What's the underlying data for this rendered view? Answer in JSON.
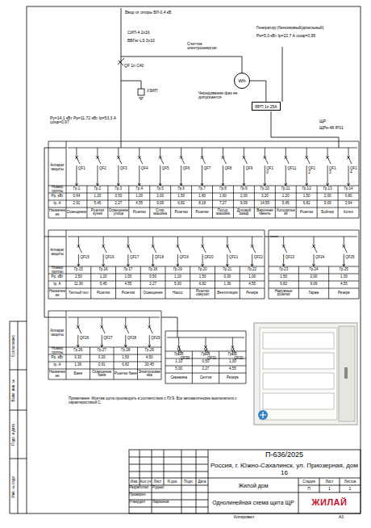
{
  "diagram": {
    "nodes": [
      {
        "text": [
          "Wh"
        ]
      },
      {
        "text": [
          "ЯРП 1п 25А"
        ]
      }
    ],
    "edges": [
      {
        "from": 0,
        "to": 1,
        "arrow": "none"
      }
    ],
    "labels": [
      "Ввод от опоры ВЛ-0,4 кВ",
      "СИП-4 2х16",
      "ВВГнг-LS 3х10",
      "QF 1п С40",
      "Счетчик электроэнергии",
      "Генератор (бензиновый/дизельный)",
      "Рн=5,0 кВт  Iр=22,7 А  cosφ=0,95",
      "Чередование фаз не допускается",
      "УЗИП",
      "Ру=14,1 кВт Рр=11,72 кВт Iр=53,3 А cosφ=0,97",
      "ЩР",
      "ЩРн-48 IP31",
      "Примечание: Монтаж щита производить в соответствии с ПУЭ. Все автоматические выключатели с характеристикой С.",
      "П-636/2025",
      "Россия, г. Южно-Сахалинск, ул. Приозерная, дом 16",
      "Изм.",
      "Кол.уч",
      "Лист",
      "N док.",
      "Подп.",
      "Дата",
      "Разработал",
      "Рудько",
      "Проверил",
      "Утвердил",
      "Ларионов",
      "Жилой дом",
      "Стадия",
      "Лист",
      "Листов",
      "П",
      "1",
      "1",
      "Однолинейная схема щита ЩР",
      "ЖИЛАЙ",
      "Копировал",
      "А3",
      "Согласовано",
      "Взам. инв. №",
      "Подп. и дата",
      "Инв. № подл.",
      "Аппарат защиты",
      "Номер группы",
      "Рр, кВт",
      "Iр, А",
      "Назначение",
      "Аппарат защиты",
      "Номер группы",
      "Рр, кВт",
      "Iр, А",
      "Назначение",
      "Аппарат защиты",
      "Номер группы",
      "Рр, кВт",
      "Iр, А",
      "Назначение",
      "QF1",
      "Гр.1",
      "0,64",
      "2,91",
      "Освещение",
      "QF2",
      "Гр.2",
      "1,20",
      "5,45",
      "Розетки кухня",
      "QF3",
      "Гр.3",
      "0,50",
      "2,27",
      "Освещение улица",
      "QF4",
      "Гр.4",
      "1,00",
      "4,55",
      "Розетки",
      "QF5",
      "Гр.5",
      "2,00",
      "9,09",
      "Стир. машина",
      "QF6",
      "Гр.6",
      "1,50",
      "6,82",
      "Розетки",
      "QF7",
      "Гр.7",
      "1,80",
      "8,18",
      "Розетки",
      "QF8",
      "Гр.8",
      "1,60",
      "7,27",
      "Посуд. машина",
      "QF9",
      "Гр.9",
      "2,00",
      "9,09",
      "Духовой шкаф",
      "QF10",
      "Гр.10",
      "3,20",
      "14,55",
      "Варочная панель",
      "QF11",
      "Гр.11",
      "1,20",
      "5,45",
      "Холодильник",
      "QF12",
      "Гр.12",
      "1,50",
      "6,82",
      "Розетки",
      "QF13",
      "Гр.13",
      "2,00",
      "9,09",
      "Бойлер",
      "QF14",
      "Гр.14",
      "0,80",
      "3,64",
      "Котел",
      "QF15",
      "Гр.15",
      "2,50",
      "11,36",
      "Теплый пол",
      "QF16",
      "Гр.16",
      "1,20",
      "5,45",
      "Розетки",
      "QF17",
      "Гр.17",
      "1,00",
      "4,55",
      "Розетки",
      "QF18",
      "Гр.18",
      "0,50",
      "2,27",
      "Освещение",
      "QF19",
      "Гр.19",
      "1,10",
      "5,00",
      "Насос",
      "QF20",
      "Гр.20",
      "1,50",
      "6,82",
      "Розетки санузел",
      "QF21",
      "Гр.21",
      "0,30",
      "1,36",
      "Вентиляция",
      "QF22",
      "Гр.22",
      "1,00",
      "4,55",
      "Резерв",
      "QF23",
      "Гр.23",
      "1,50",
      "6,82",
      "Наружные розетки",
      "QF24",
      "Гр.24",
      "2,00",
      "9,09",
      "Гараж",
      "QF25",
      "Гр.25",
      "1,00",
      "4,55",
      "Резерв",
      "QF26",
      "Гр.26",
      "0,30",
      "1,36",
      "Баня",
      "QF27",
      "Гр.27",
      "0,20",
      "0,91",
      "Освещение баня",
      "QF28",
      "Гр.28",
      "1,50",
      "6,82",
      "Розетки баня",
      "QF29",
      "Гр.29",
      "4,50",
      "20,45",
      "Электрокаменка",
      "QF30",
      "Гр.30",
      "1,10",
      "5,00",
      "Скважина",
      "QF31",
      "Гр.31",
      "0,50",
      "2,27",
      "Септик",
      "QF32",
      "Гр.32",
      "1,00",
      "4,55",
      "Резерв"
    ]
  }
}
